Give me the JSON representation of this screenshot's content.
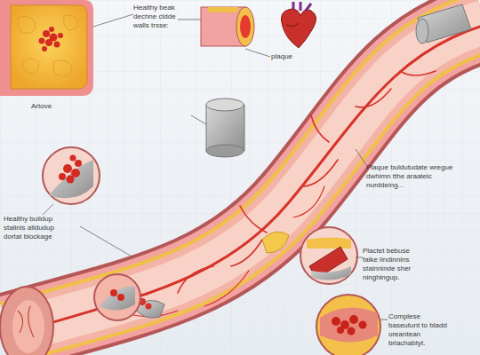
{
  "diagram": {
    "labels": [
      "Healthy beak dechne cldde walls trsse:",
      "Artove",
      "plaque",
      "Healthy buildup stalinis alldudup dortat blockage",
      "Plaque buldutudate wregue dwhimn tthe araatelc nurddeing...",
      "Plactet bebuse falke lindinnins stainninde sher ninghingup.",
      "Complese baseutunt to bladd oreantean brlachabtyt."
    ]
  }
}
